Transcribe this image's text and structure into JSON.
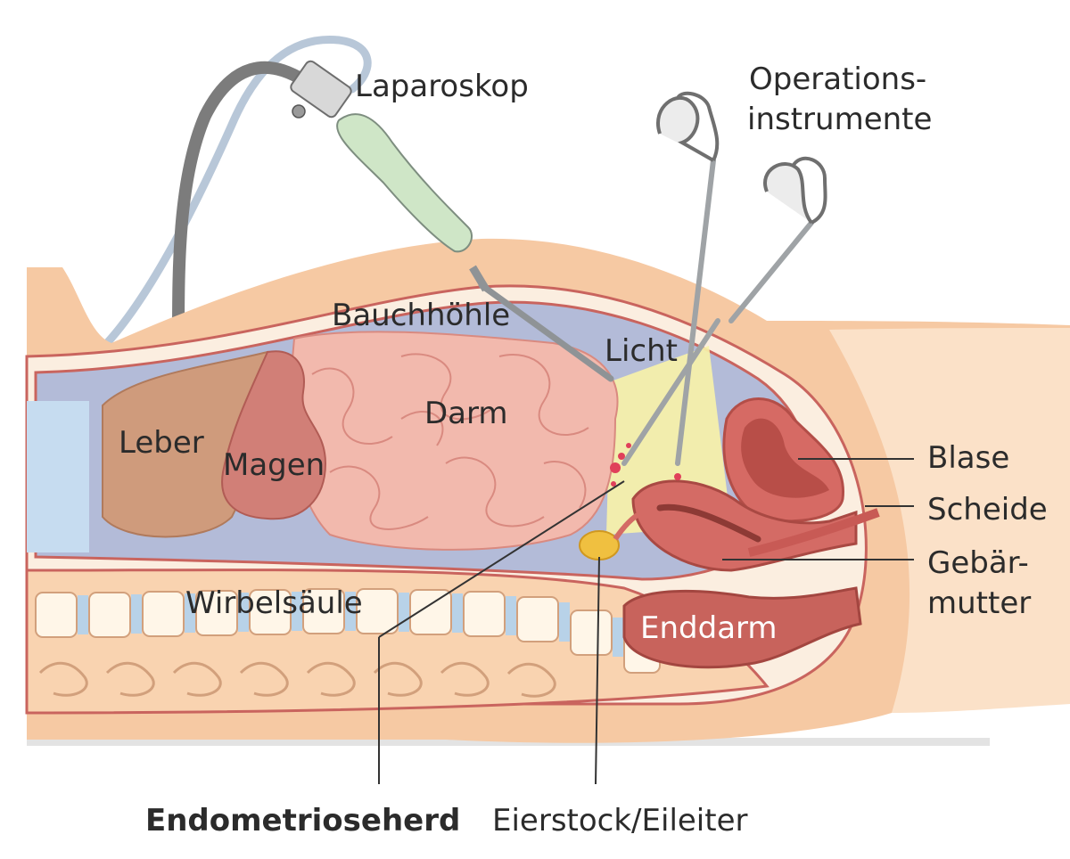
{
  "labels": {
    "laparoskop": "Laparoskop",
    "operations_line1": "Operations-",
    "operations_line2": "instrumente",
    "bauchhoehle": "Bauchhöhle",
    "licht": "Licht",
    "darm": "Darm",
    "leber": "Leber",
    "magen": "Magen",
    "blase": "Blase",
    "scheide": "Scheide",
    "gebaermutter_line1": "Gebär-",
    "gebaermutter_line2": "mutter",
    "wirbelsaeule": "Wirbelsäule",
    "enddarm": "Enddarm",
    "endometrioseherd": "Endometrioseherd",
    "eierstock_eileiter": "Eierstock/Eileiter"
  },
  "colors": {
    "skin": "#f6c9a3",
    "skin_light": "#fbe1c8",
    "cavity": "#b3bbd8",
    "intestine": "#f2b9ad",
    "liver": "#cf9b7c",
    "stomach": "#d17f77",
    "organ_red": "#c8635c",
    "light_beam": "#f8f3a8",
    "lesion": "#e0405a",
    "ovary": "#f0c040",
    "instrument": "#9fa3a6",
    "tube_dark": "#7c7c7c",
    "tube_light": "#b8c7d8",
    "grip": "#cfe6c7"
  }
}
